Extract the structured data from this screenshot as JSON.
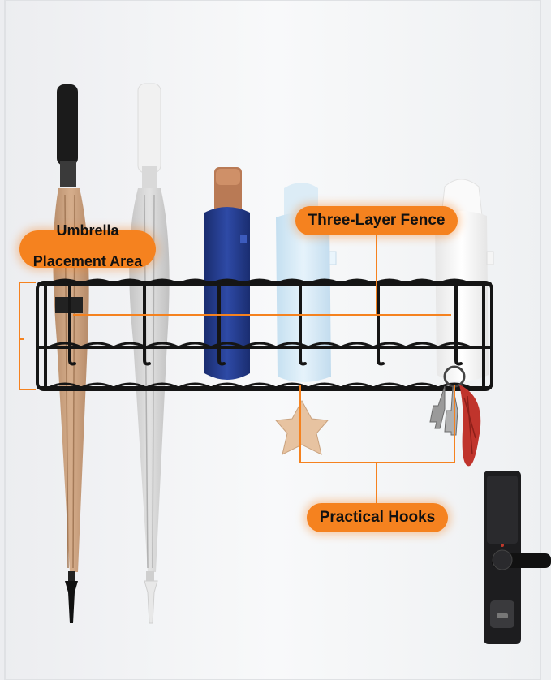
{
  "labels": {
    "umbrella_line1": "Umbrella",
    "umbrella_line2": "Placement Area",
    "fence": "Three-Layer Fence",
    "hooks": "Practical Hooks"
  },
  "colors": {
    "accent_orange": "#f5821f",
    "wall": "#f4f5f7",
    "rack": "#151515",
    "umbrella_tan": "#c9a07e",
    "umbrella_grey": "#d4d4d4",
    "umbrella_navy": "#233a8c",
    "umbrella_light_blue": "#d8ecf8",
    "umbrella_white": "#f6f6f6",
    "keyring_red": "#c0342c",
    "star_tan": "#e7c3a1"
  },
  "icons": [
    "umbrella-rack",
    "star-ornament",
    "keys",
    "smart-door-lock"
  ]
}
